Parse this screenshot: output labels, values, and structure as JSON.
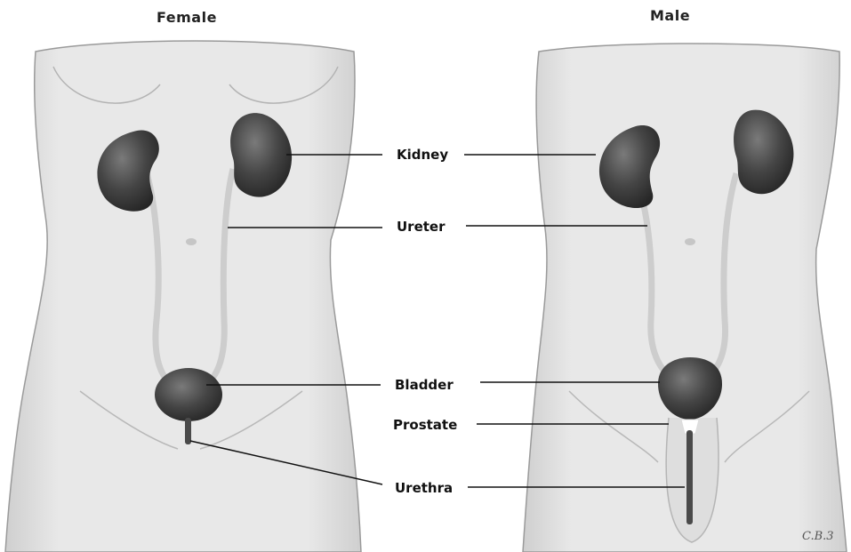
{
  "titles": {
    "female": "Female",
    "male": "Male"
  },
  "labels": {
    "kidney": "Kidney",
    "ureter": "Ureter",
    "bladder": "Bladder",
    "prostate": "Prostate",
    "urethra": "Urethra"
  },
  "signature": "C.B.3",
  "colors": {
    "skin": "#e6e6e6",
    "skin_edge": "#9a9a9a",
    "organ": "#4a4a4a",
    "ureter": "#d2d2d2",
    "line": "#111111"
  }
}
